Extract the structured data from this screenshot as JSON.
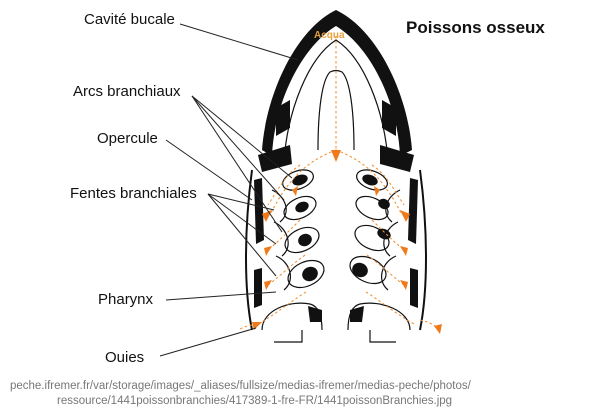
{
  "title": "Poissons osseux",
  "water_label": "Acqua",
  "labels": {
    "cavite_bucale": "Cavité bucale",
    "arcs_branchiaux": "Arcs branchiaux",
    "opercule": "Opercule",
    "fentes_branchiales": "Fentes branchiales",
    "pharynx": "Pharynx",
    "ouies": "Ouies"
  },
  "source_line_1": "peche.ifremer.fr/var/storage/images/_aliases/fullsize/medias-ifremer/medias-peche/photos/",
  "source_line_2": "ressource/1441poissonbranchies/417389-1-fre-FR/1441poissonBranchies.jpg",
  "colors": {
    "flow": "#f0943a",
    "water_label": "#e8a13a",
    "anatomy": "#111111"
  }
}
